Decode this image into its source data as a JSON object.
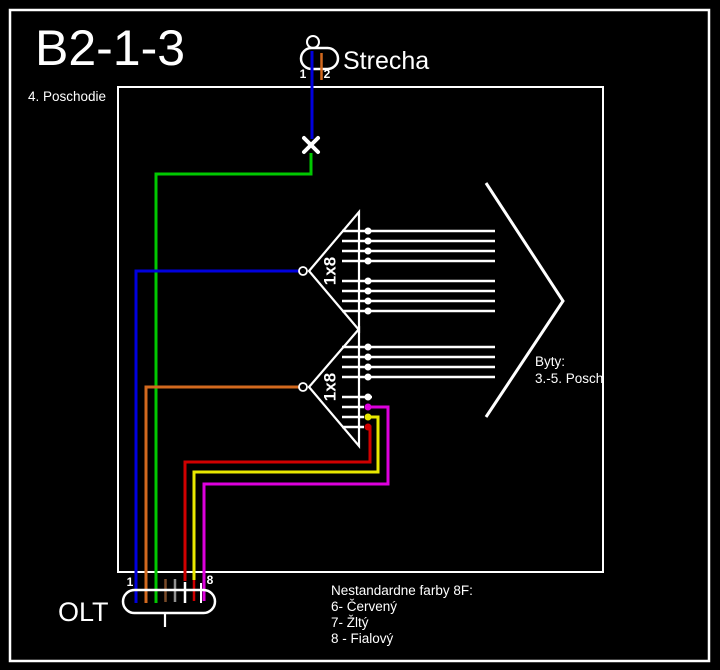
{
  "title": "B2-1-3",
  "floor_label": "4. Poschodie",
  "strecha": {
    "label": "Strecha",
    "pin1": "1",
    "pin2": "2"
  },
  "splitter1": {
    "label": "1x8"
  },
  "splitter2": {
    "label": "1x8"
  },
  "byty": {
    "line1": "Byty:",
    "line2": "3.-5. Posch"
  },
  "olt": {
    "label": "OLT",
    "pin_first": "1",
    "pin_last": "8"
  },
  "note": {
    "title": "Nestandardne farby 8F:",
    "item1": "6- Červený",
    "item2": "7- Žltý",
    "item3": "8 - Fialový"
  },
  "colors": {
    "fiber1_blue": "#0000dd",
    "fiber2_orange": "#d2691e",
    "fiber3_green": "#00c800",
    "fiber4_brown": "#7a4a28",
    "fiber5_gray": "#909090",
    "fiber6_red": "#d00000",
    "fiber7_yellow": "#e8e800",
    "fiber8_violet": "#dd00dd",
    "line_white": "#ffffff"
  }
}
